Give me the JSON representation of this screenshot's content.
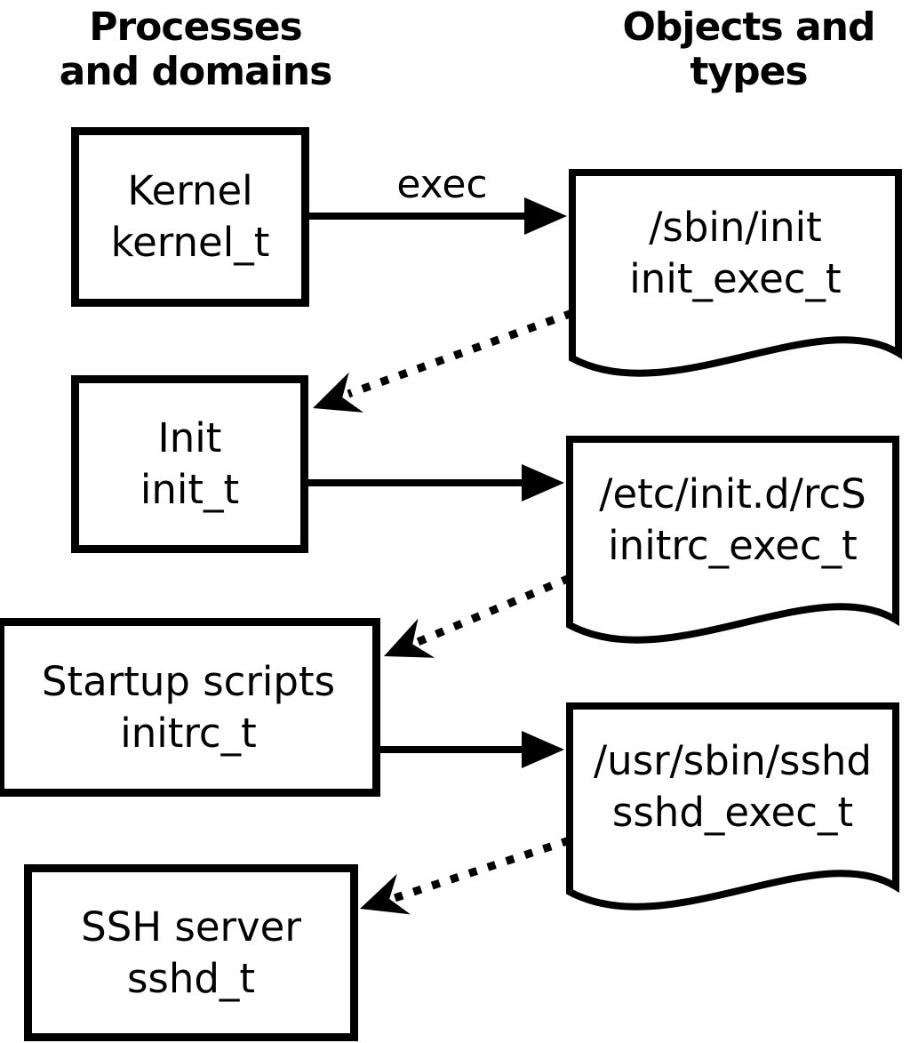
{
  "diagram": {
    "title_implied": "SELinux domain transitions",
    "column_headers": {
      "left": {
        "line1": "Processes",
        "line2": "and domains"
      },
      "right": {
        "line1": "Objects and",
        "line2": "types"
      }
    },
    "process_boxes": [
      {
        "name": "Kernel",
        "type": "kernel_t"
      },
      {
        "name": "Init",
        "type": "init_t"
      },
      {
        "name": "Startup scripts",
        "type": "initrc_t"
      },
      {
        "name": "SSH server",
        "type": "sshd_t"
      }
    ],
    "object_docs": [
      {
        "path": "/sbin/init",
        "type": "init_exec_t"
      },
      {
        "path": "/etc/init.d/rcS",
        "type": "initrc_exec_t"
      },
      {
        "path": "/usr/sbin/sshd",
        "type": "sshd_exec_t"
      }
    ],
    "edge_labels": {
      "exec": "exec"
    },
    "colors": {
      "ink": "#000000",
      "background": "#ffffff"
    }
  }
}
